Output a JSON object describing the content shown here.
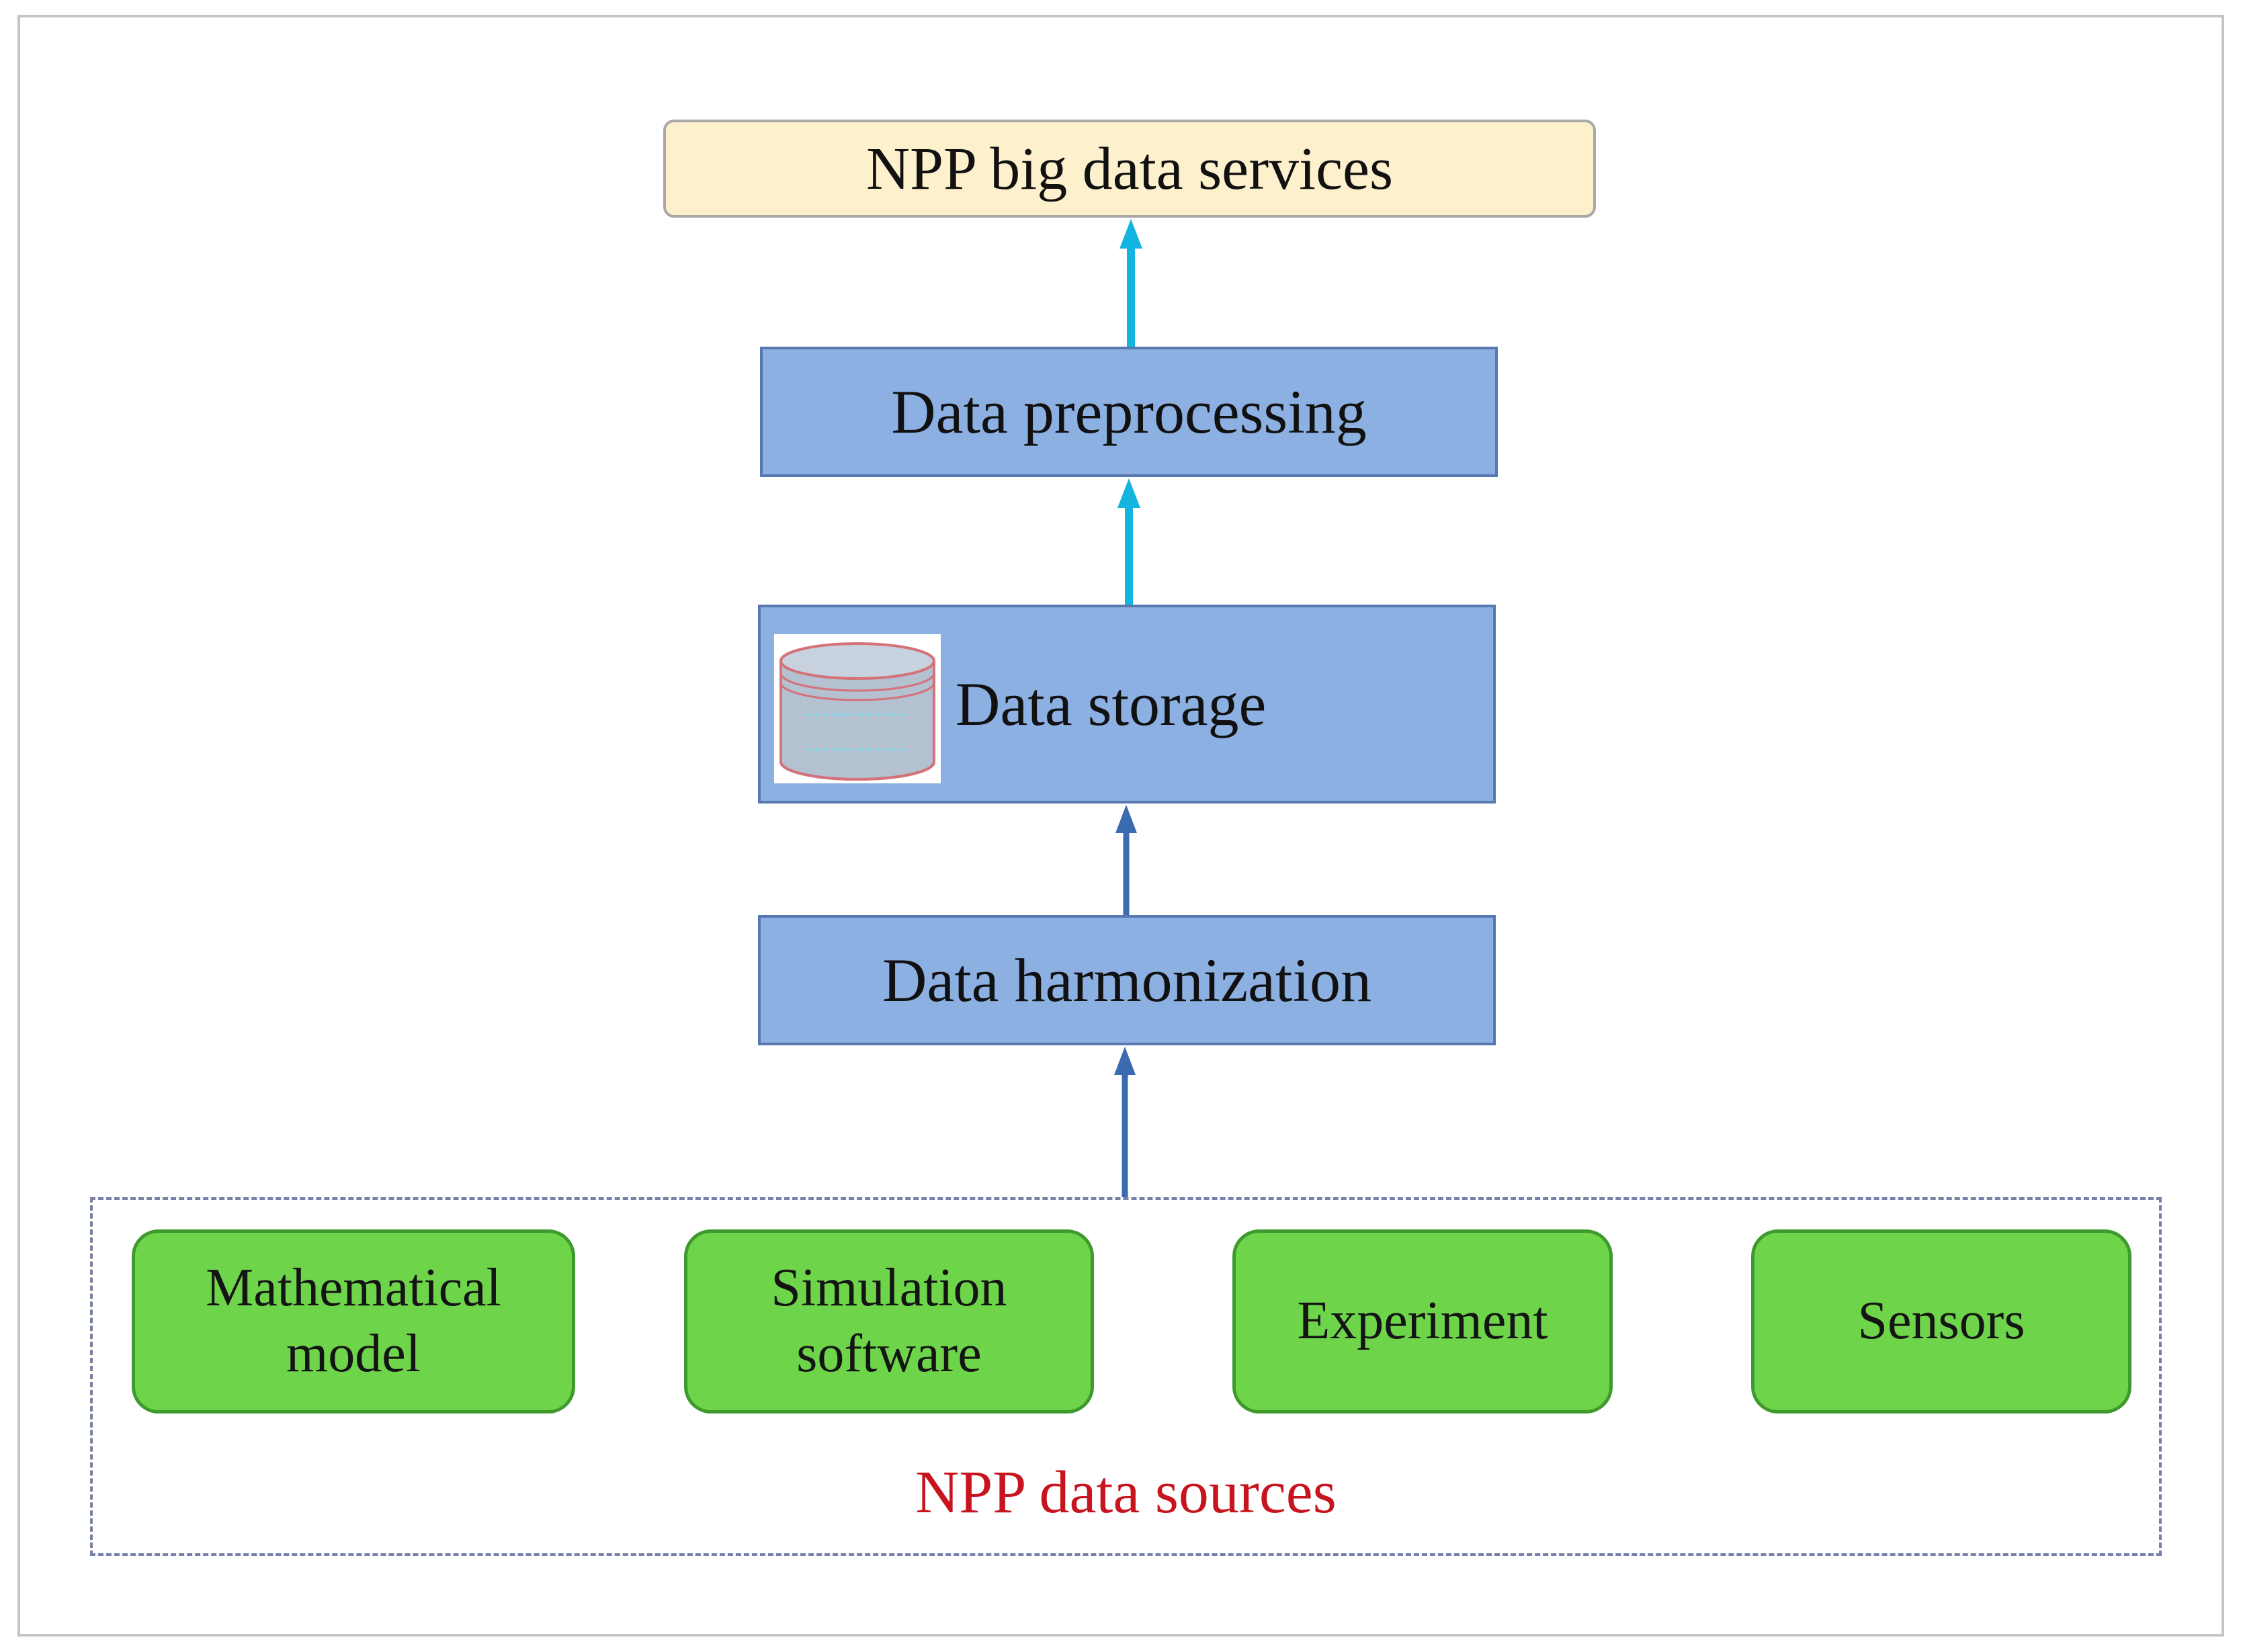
{
  "services": {
    "label": "NPP big data services"
  },
  "layers": {
    "preprocessing": "Data preprocessing",
    "storage": "Data storage",
    "harmonization": "Data harmonization"
  },
  "sources": {
    "title": "NPP data sources",
    "items": [
      {
        "line1": "Mathematical",
        "line2": "model"
      },
      {
        "line1": "Simulation",
        "line2": "software"
      },
      {
        "line1": "Experiment",
        "line2": ""
      },
      {
        "line1": "Sensors",
        "line2": ""
      }
    ]
  },
  "icons": {
    "storage": "database-icon"
  },
  "colors": {
    "services_fill": "#fdf0cc",
    "layer_fill": "#8db0e3",
    "source_fill": "#6ed44a",
    "upper_arrows": "#12b4e0",
    "lower_arrows": "#3a6ab0",
    "sources_title": "#c8141e"
  }
}
